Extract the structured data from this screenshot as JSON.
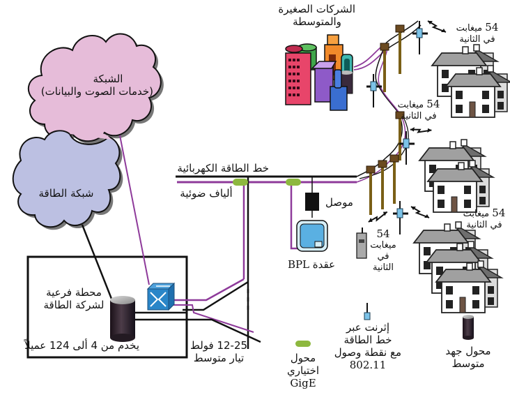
{
  "title": "Broadband over Power Line (BPL) network architecture",
  "clouds": {
    "network": {
      "line1": "الشبكة",
      "line2": "(خدمات الصوت والبيانات)",
      "color": "#e6bcd9"
    },
    "power_grid": {
      "label": "شبكة الطاقة",
      "color": "#bcc0e2"
    }
  },
  "substation": {
    "line1": "محطة فرعية",
    "line2": "لشركة الطاقة",
    "serves": "يخدم من 4 ألى 124 عميلاً"
  },
  "medium_voltage": {
    "line1": "12-25 فولط",
    "line2": "تيار متوسط"
  },
  "power_line_label": "خط الطاقة الكهربائية",
  "fiber_label": "ألياف ضوئية",
  "coupler_label": "موصل",
  "bpl_node_label": "عقدة BPL",
  "businesses": {
    "line1": "الشركات الصغيرة",
    "line2": "والمتوسطة"
  },
  "wireless_links": [
    {
      "value": "54",
      "unit": "ميغابت",
      "per": "في الثانية"
    },
    {
      "value": "54",
      "unit": "ميغابت",
      "per": "في الثانية"
    },
    {
      "value": "54",
      "unit": "ميغابت",
      "per": "في الثانية"
    },
    {
      "value": "54",
      "unit": "ميغابت",
      "per": "في",
      "per2": "الثانية"
    }
  ],
  "legend": {
    "gige": {
      "line1": "محول",
      "line2": "اختياري",
      "line3": "GigE",
      "color": "#8db83f"
    },
    "ethernet": {
      "line1": "إثرنت عبر",
      "line2": "خط الطاقة",
      "line3": "مع نقطة وصول",
      "line4": "802.11"
    },
    "transformer": {
      "line1": "محول جهد",
      "line2": "متوسط"
    }
  },
  "colors": {
    "fiber": "#8e3a9a",
    "power": "#111111",
    "pole": "#6b5212",
    "switch": "#2a86c8",
    "node": "#5ab0e2"
  }
}
